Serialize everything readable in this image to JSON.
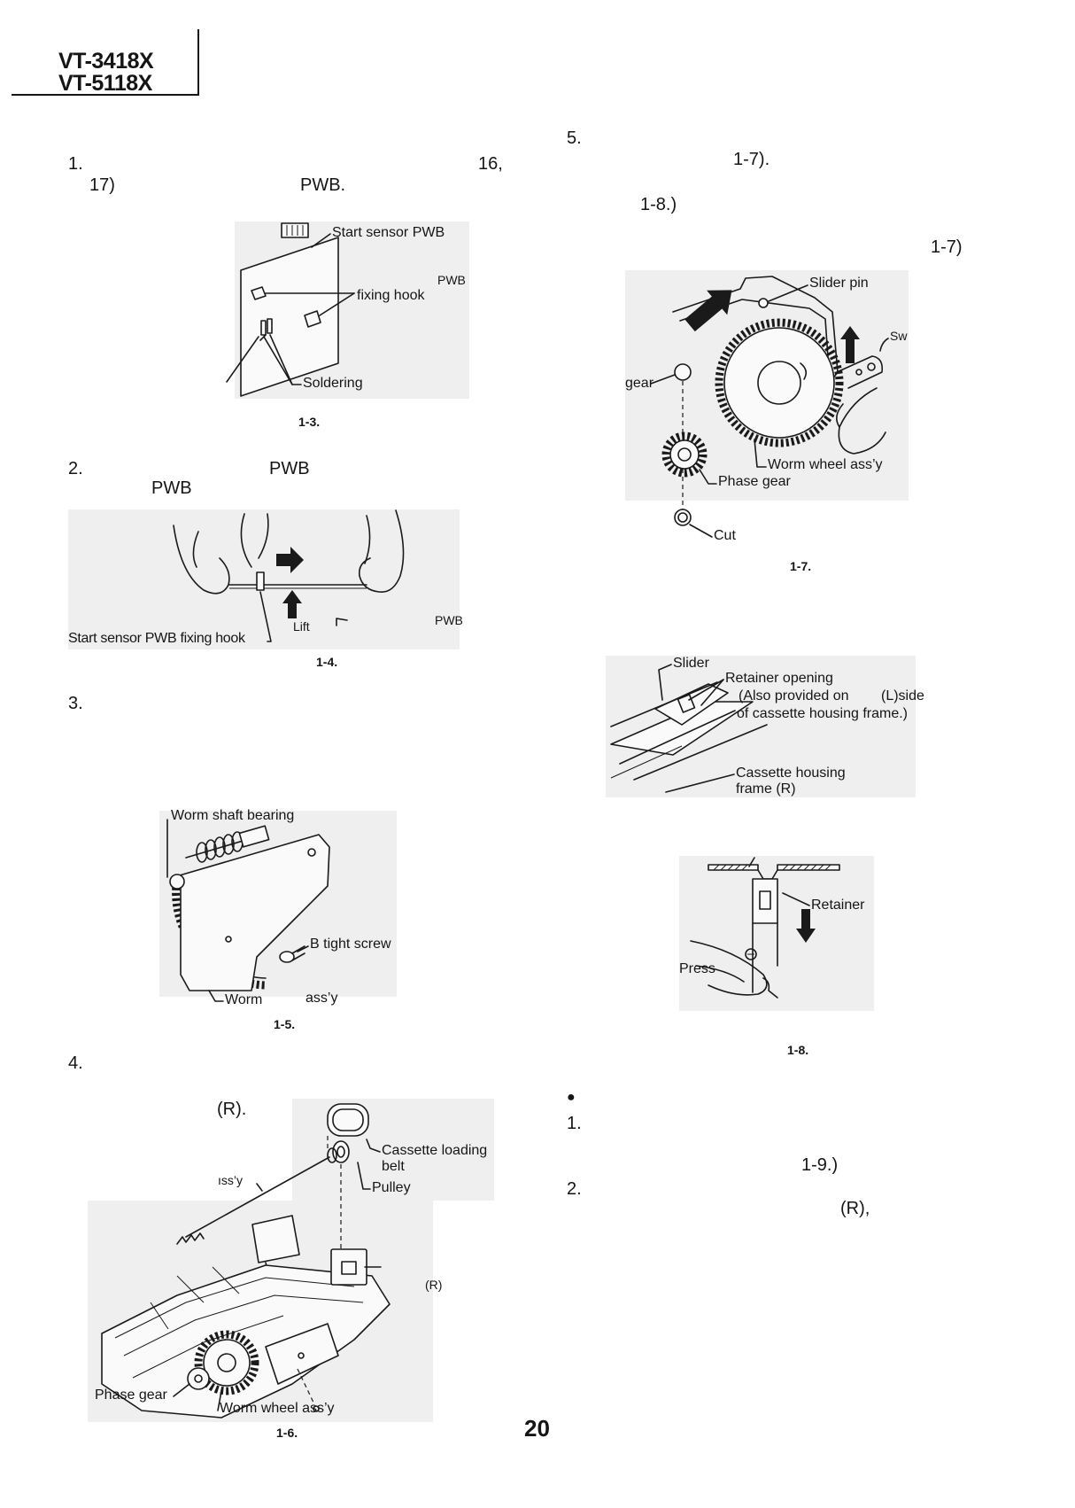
{
  "header": {
    "model_a": "VT-3418X",
    "model_b": "VT-5118X"
  },
  "left_column": {
    "step_1": {
      "number": "1.",
      "ref_16": "16,",
      "ref_17": "17)",
      "pwb": "PWB."
    },
    "fig_1_3": {
      "start_sensor_pwb": "Start sensor PWB",
      "pwb": "PWB",
      "fixing_hook": "fixing hook",
      "soldering": "Soldering",
      "caption": "1-3."
    },
    "step_2": {
      "number": "2.",
      "pwb_a": "PWB",
      "pwb_b": "PWB"
    },
    "fig_1_4": {
      "lift": "Lift",
      "pwb": "PWB",
      "hook": "Start sensor PWB fixing hook",
      "caption": "1-4."
    },
    "step_3": {
      "number": "3."
    },
    "fig_1_5": {
      "bearing": "Worm shaft bearing",
      "screw": "B tight screw",
      "worm": "Worm",
      "assy": "ass’y",
      "caption": "1-5."
    },
    "step_4": {
      "number": "4.",
      "r": "(R)."
    },
    "fig_1_6": {
      "belt_1": "Cassette loading",
      "belt_2": "belt",
      "pulley": "Pulley",
      "assy": "ıss’y",
      "r": "(R)",
      "phase_gear": "Phase gear",
      "worm_wheel": "Worm wheel ass’y",
      "caption": "1-6."
    }
  },
  "right_column": {
    "step_5": {
      "number": "5.",
      "ref_a": "1-7).",
      "ref_b": "1-8.)",
      "ref_c": "1-7)"
    },
    "fig_1_7": {
      "slider_pin": "Slider pin",
      "sw": "Sw",
      "gear": "gear",
      "worm_wheel": "Worm wheel ass’y",
      "phase_gear": "Phase gear",
      "cut": "Cut",
      "caption": "1-7."
    },
    "fig_slider": {
      "slider": "Slider",
      "retainer_opening": "Retainer opening",
      "also_provided": "(Also provided on",
      "l_side": "(L)side",
      "frame_note": "of cassette housing frame.)",
      "frame_1": "Cassette housing",
      "frame_2": "frame (R)"
    },
    "fig_1_8": {
      "retainer": "Retainer",
      "press": "Press",
      "caption": "1-8."
    },
    "section": {
      "bullet": "●",
      "number_1": "1.",
      "ref": "1-9.)",
      "number_2": "2.",
      "r": "(R),"
    }
  },
  "page_number": "20"
}
